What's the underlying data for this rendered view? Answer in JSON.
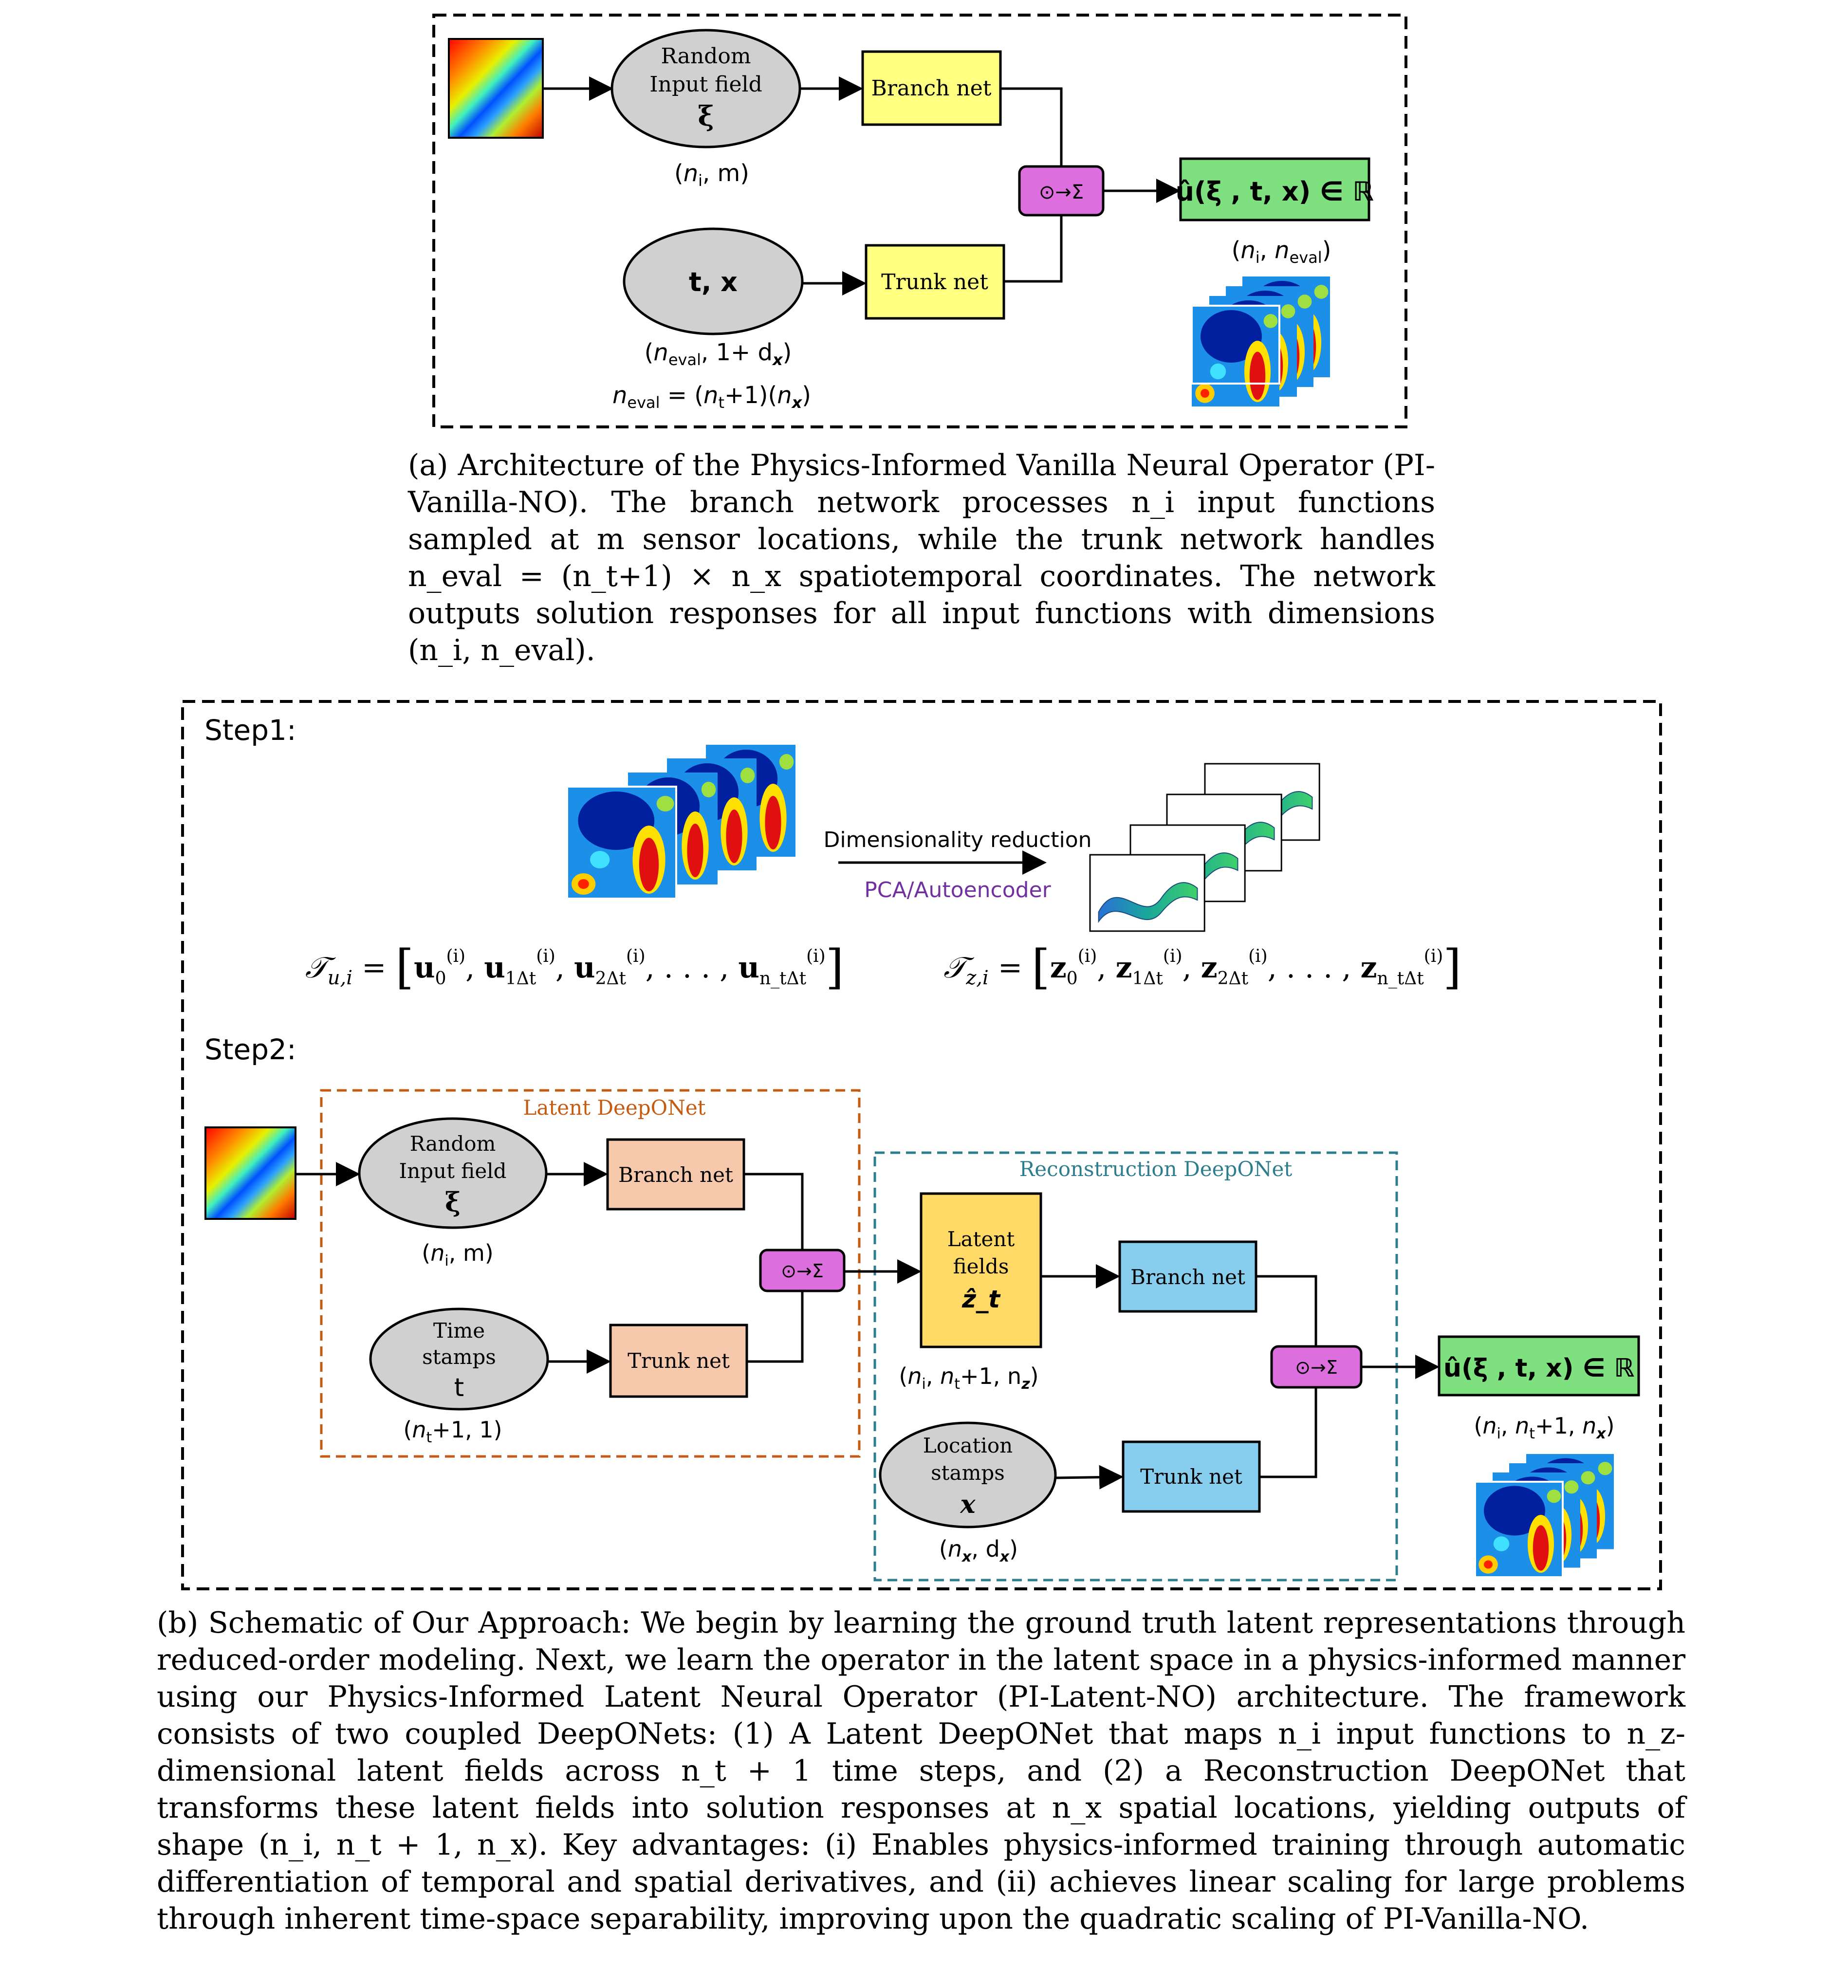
{
  "panel_a": {
    "input_node": {
      "line1": "Random",
      "line2": "Input field",
      "symbol": "ξ",
      "shape": "(n_i, m)"
    },
    "branch_net": "Branch net",
    "trunk_net": "Trunk net",
    "combine": "⊙→Σ",
    "coord_node": {
      "label": "t, x",
      "shape": "(n_eval, 1+ d_x)",
      "relation": "n_eval = (n_t+1)(n_x)"
    },
    "output": {
      "label": "û(ξ , t, x) ∈ ℝ",
      "shape": "(n_i, n_eval)"
    },
    "caption": "(a) Architecture of the Physics-Informed Vanilla Neural Operator (PI-Vanilla-NO). The branch network processes n_i input functions sampled at m sensor locations, while the trunk network handles n_eval = (n_t+1) × n_x spatiotemporal coordinates. The network outputs solution responses for all input functions with dimensions (n_i, n_eval)."
  },
  "panel_b": {
    "step1": {
      "title": "Step1:",
      "arrow_label": "Dimensionality reduction",
      "method": "PCA/Autoencoder",
      "left_eq": "𝒯_{u,i} = [u_0^{(i)}, u_{1Δt}^{(i)}, u_{2Δt}^{(i)}, . . . , u_{n_tΔt}^{(i)}]",
      "right_eq": "𝒯_{z,i} = [z_0^{(i)}, z_{1Δt}^{(i)}, z_{2Δt}^{(i)}, . . . , z_{n_tΔt}^{(i)}]"
    },
    "step2": {
      "title": "Step2:",
      "latent_box": "Latent DeepONet",
      "recon_box": "Reconstruction DeepONet",
      "input_node": {
        "line1": "Random",
        "line2": "Input field",
        "symbol": "ξ",
        "shape": "(n_i, m)"
      },
      "time_node": {
        "line1": "Time",
        "line2": "stamps",
        "symbol": "t",
        "shape": "(n_t+1, 1)"
      },
      "branch_net": "Branch net",
      "trunk_net": "Trunk net",
      "combine": "⊙→Σ",
      "latent_fields": {
        "line1": "Latent",
        "line2": "fields",
        "symbol": "ẑ_t",
        "shape": "(n_i, n_t+1, n_z)"
      },
      "recon_branch_net": "Branch net",
      "recon_trunk_net": "Trunk net",
      "location_node": {
        "line1": "Location",
        "line2": "stamps",
        "symbol": "x",
        "shape": "(n_x, d_x)"
      },
      "output": {
        "label": "û(ξ , t, x) ∈ ℝ",
        "shape": "(n_i, n_t+1, n_x)"
      }
    },
    "caption": "(b) Schematic of Our Approach: We begin by learning the ground truth latent representations through reduced-order modeling. Next, we learn the operator in the latent space in a physics-informed manner using our Physics-Informed Latent Neural Operator (PI-Latent-NO) architecture. The framework consists of two coupled DeepONets: (1) A Latent DeepONet that maps n_i input functions to n_z-dimensional latent fields across n_t + 1 time steps, and (2) a Reconstruction DeepONet that transforms these latent fields into solution responses at n_x spatial locations, yielding outputs of shape (n_i, n_t + 1, n_x). Key advantages: (i) Enables physics-informed training through automatic differentiation of temporal and spatial derivatives, and (ii) achieves linear scaling for large problems through inherent time-space separability, improving upon the quadratic scaling of PI-Vanilla-NO."
  },
  "colors": {
    "yellow_net": "#ffff80",
    "orange_net": "#f7c9ac",
    "blue_net": "#87cdee",
    "latent_fields": "#ffd966",
    "combine": "#dd6edd",
    "output": "#7fe07f",
    "node": "#d0d0d0",
    "latent_border": "#c55a11",
    "recon_border": "#2e7d8c",
    "method_text": "#7030a0"
  }
}
